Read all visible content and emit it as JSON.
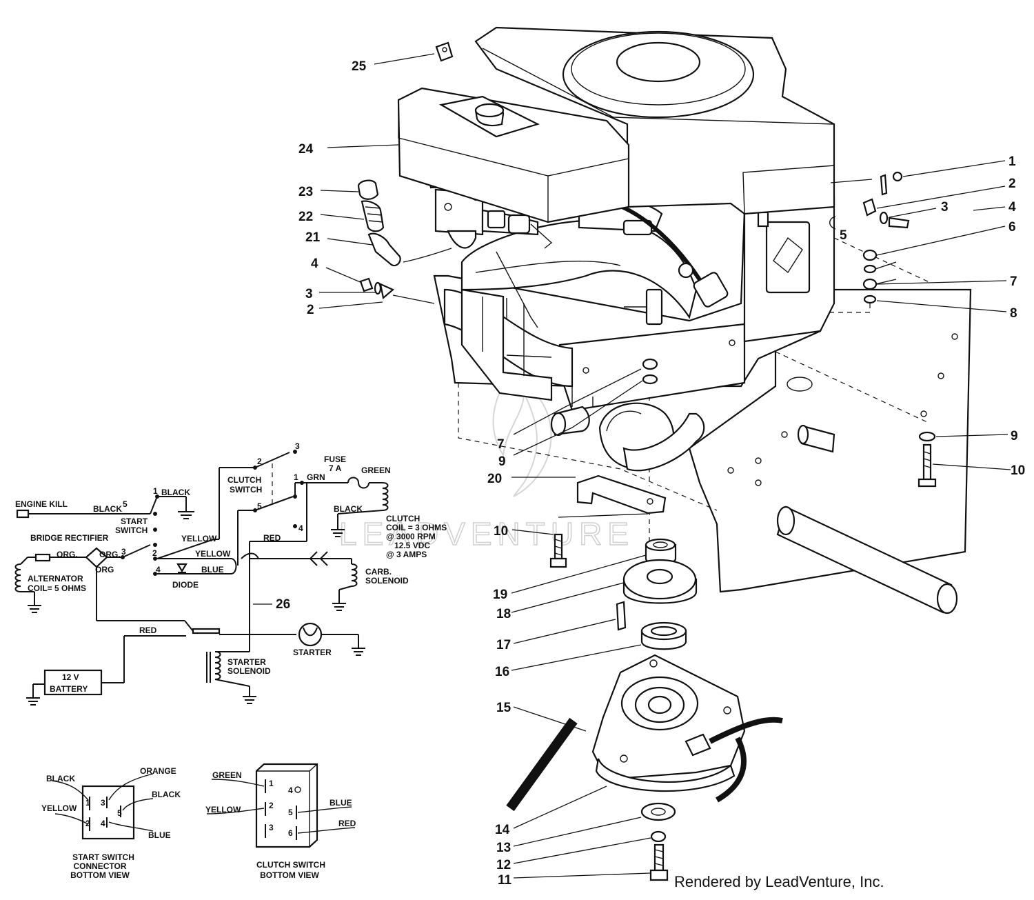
{
  "callouts": [
    "25",
    "24",
    "23",
    "22",
    "21",
    "4",
    "3",
    "2",
    "1",
    "2",
    "3",
    "4",
    "5",
    "6",
    "7",
    "8",
    "9",
    "10",
    "7",
    "9",
    "20",
    "10",
    "19",
    "18",
    "17",
    "16",
    "15",
    "14",
    "13",
    "12",
    "11"
  ],
  "wiring": {
    "engine_kill": "ENGINE KILL",
    "black_1": "BLACK",
    "black_2": "BLACK",
    "start_switch": [
      "START",
      "SWITCH"
    ],
    "bridge_rectifier": "BRIDGE RECTIFIER",
    "org_1": "ORG.",
    "org_2": "ORG.",
    "org_3": "ORG",
    "alternator": [
      "ALTERNATOR",
      "COIL= 5 OHMS"
    ],
    "yellow_1": "YELLOW",
    "yellow_2": "YELLOW",
    "blue": "BLUE",
    "diode": "DIODE",
    "clutch_switch": [
      "CLUTCH",
      "SWITCH"
    ],
    "fuse": [
      "FUSE",
      "7 A"
    ],
    "grn": "GRN",
    "green": "GREEN",
    "black_3": "BLACK",
    "clutch_coil": [
      "CLUTCH",
      "COIL = 3 OHMS",
      "@ 3000 RPM",
      "12.5 VDC",
      "@ 3 AMPS"
    ],
    "red_1": "RED",
    "red_2": "RED",
    "carb_solenoid": [
      "CARB.",
      "SOLENOID"
    ],
    "wire_26": "26",
    "starter": "STARTER",
    "starter_solenoid": [
      "STARTER",
      "SOLENOID"
    ],
    "battery": [
      "12 V",
      "BATTERY"
    ],
    "pins": [
      "5",
      "1",
      "2",
      "3",
      "4",
      "2",
      "3",
      "5",
      "4",
      "1"
    ]
  },
  "start_connector": {
    "wires": [
      "BLACK",
      "YELLOW",
      "ORANGE",
      "BLACK",
      "BLUE"
    ],
    "pins": [
      "1",
      "3",
      "2",
      "4",
      "5"
    ],
    "caption": [
      "START SWITCH",
      "CONNECTOR",
      "BOTTOM VIEW"
    ]
  },
  "clutch_connector": {
    "wires": [
      "GREEN",
      "YELLOW",
      "BLUE",
      "RED"
    ],
    "pins": [
      "1",
      "2",
      "3",
      "4",
      "5",
      "6"
    ],
    "caption": [
      "CLUTCH SWITCH",
      "BOTTOM VIEW"
    ]
  },
  "watermark": "LEADVENTURE",
  "credit": "Rendered by LeadVenture, Inc."
}
